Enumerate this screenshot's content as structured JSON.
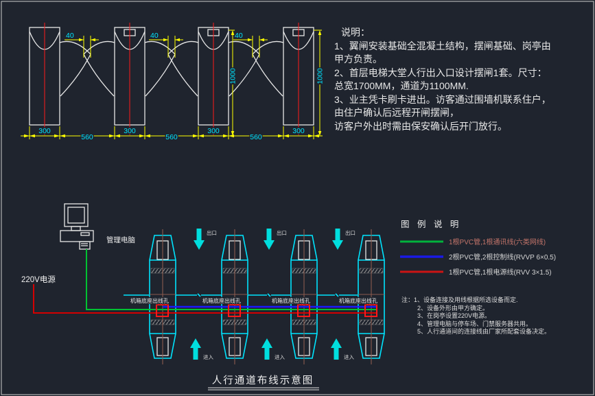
{
  "app": {
    "background": "#1f242e",
    "frame_color": "#cfcfcf"
  },
  "colors": {
    "outline_white": "#e8e8e8",
    "cad_cyan": "#00e5ff",
    "cad_yellow": "#ffff00",
    "centerline_red": "#ff1a1a",
    "wire_power_red": "#d40000",
    "wire_comm_green": "#00c232",
    "wire_control_blue": "#1a1aff",
    "plan_centerline_brown": "#8a5a4e"
  },
  "front_view": {
    "gap_dim_labels": [
      "40",
      "40",
      "40"
    ],
    "cabinet_width_labels": [
      "300",
      "300",
      "300",
      "300"
    ],
    "passage_width_labels": [
      "560",
      "560",
      "560"
    ],
    "height_dim_labels": [
      "1000",
      "1000"
    ]
  },
  "spec_notes": {
    "lines": [
      "说明：",
      "1、翼闸安装基础全混凝土结构，摆闸基础、岗亭由",
      "甲方负责。",
      "2、首层电梯大堂人行出入口设计摆闸1套。尺寸：",
      "总宽1700MM，通道为1100MM.",
      "3、业主凭卡刷卡进出。访客通过围墙机联系住户，",
      "由住户确认后远程开闸摆闸，",
      "访客户外出时需由保安确认后开门放行。"
    ]
  },
  "plan_view": {
    "computer_label": "管理电脑",
    "power_label": "220V电源",
    "outlet_hole_labels": [
      "机箱底座出线孔",
      "机箱底座出线孔",
      "机箱底座出线孔",
      "机箱底座出线孔"
    ],
    "exit_labels": [
      "出口",
      "出口",
      "出口"
    ],
    "enter_labels": [
      "进入",
      "进入",
      "进入"
    ]
  },
  "legend": {
    "title": "图 例 说 明",
    "items": [
      {
        "color": "#00b33c",
        "text_color": "#c4756a",
        "text": "1根PVC管,1根通讯线(六类网线)"
      },
      {
        "color": "#1a1ae6",
        "text_color": "#d4d4d4",
        "text": "2根PVC管,2根控制线(RVVP 6×0.5)"
      },
      {
        "color": "#cc1414",
        "text_color": "#d4d4d4",
        "text": "1根PVC管,1根电源线(RVV 3×1.5)"
      }
    ]
  },
  "install_notes": {
    "lines": [
      "注：1、设备连接及用线根据所选设备而定.",
      "2、设备外形由甲方确定。",
      "3、在岗亭设置220V电源。",
      "4、管理电脑与停车场、门禁服务器共用。",
      "5、人行通道间的连接线由厂家所配套设备决定。"
    ]
  },
  "footer": {
    "title": "人行通道布线示意图"
  }
}
